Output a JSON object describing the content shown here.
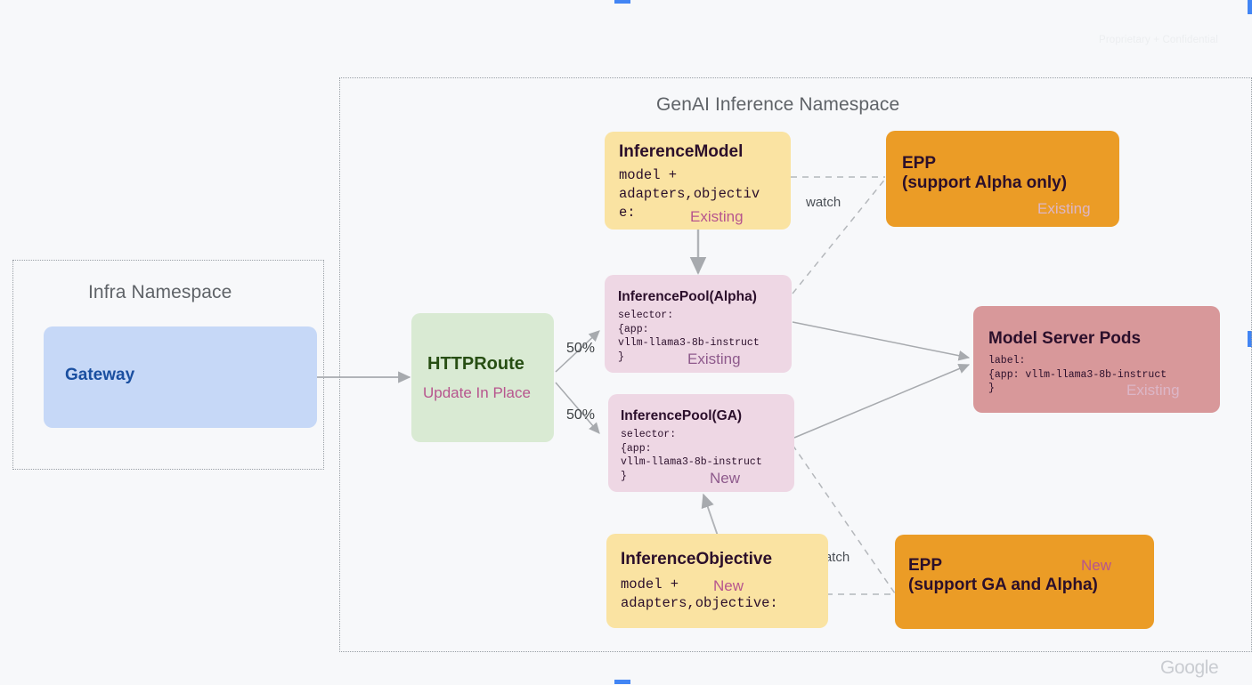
{
  "slide": {
    "watermark": "Proprietary + Confidential",
    "footer_logo": "Google"
  },
  "namespaces": [
    {
      "id": "infra",
      "title": "Infra Namespace"
    },
    {
      "id": "genai",
      "title": "GenAI Inference Namespace"
    }
  ],
  "nodes": {
    "gateway": {
      "title": "Gateway",
      "body": "",
      "tag": "",
      "fill": "#c6d8f7",
      "title_color": "#1a4fa0"
    },
    "httproute": {
      "title": "HTTPRoute",
      "body": "",
      "tag": "Update In Place",
      "fill": "#d9ead3",
      "title_color": "#274e13",
      "tag_color": "#c77fb0"
    },
    "inference_model": {
      "title": "InferenceModel",
      "body": "model +\nadapters,objectiv\ne:",
      "tag": "Existing",
      "fill": "#fae3a2",
      "title_color": "#2b0f2b",
      "tag_color": "#c77fb0"
    },
    "inference_pool_alpha": {
      "title": "InferencePool(Alpha)",
      "body": "selector:\n{app:\nvllm-llama3-8b-instruct\n}",
      "tag": "Existing",
      "fill": "#eed7e4",
      "title_color": "#2b0f2b",
      "tag_color": "#9c4f82"
    },
    "inference_pool_ga": {
      "title": "InferencePool(GA)",
      "body": "selector:\n{app:\nvllm-llama3-8b-instruct\n}",
      "tag": "New",
      "fill": "#eed7e4",
      "title_color": "#2b0f2b",
      "tag_color": "#9c4f82"
    },
    "inference_objective": {
      "title": "InferenceObjective",
      "body": "model +\nadapters,objective:",
      "tag": "New",
      "fill": "#fae3a2",
      "title_color": "#2b0f2b",
      "tag_color": "#b7558e"
    },
    "epp_alpha": {
      "title": "EPP\n(support Alpha only)",
      "body": "",
      "tag": "Existing",
      "fill": "#eb9c26",
      "title_color": "#2b0f2b",
      "tag_color": "#e8bfd2"
    },
    "epp_ga": {
      "title": "EPP\n(support GA and Alpha)",
      "body": "",
      "tag": "New",
      "fill": "#eb9c26",
      "title_color": "#2b0f2b",
      "tag_color": "#b7558e"
    },
    "model_server_pods": {
      "title": "Model Server Pods",
      "body": "label:\n{app: vllm-llama3-8b-instruct\n}",
      "tag": "Existing",
      "fill": "#d8989a",
      "title_color": "#2b0f2b",
      "tag_color": "#c3a0b6"
    }
  },
  "edge_labels": {
    "watch_top": "watch",
    "watch_bottom": "watch",
    "split_top": "50%",
    "split_bottom": "50%"
  }
}
